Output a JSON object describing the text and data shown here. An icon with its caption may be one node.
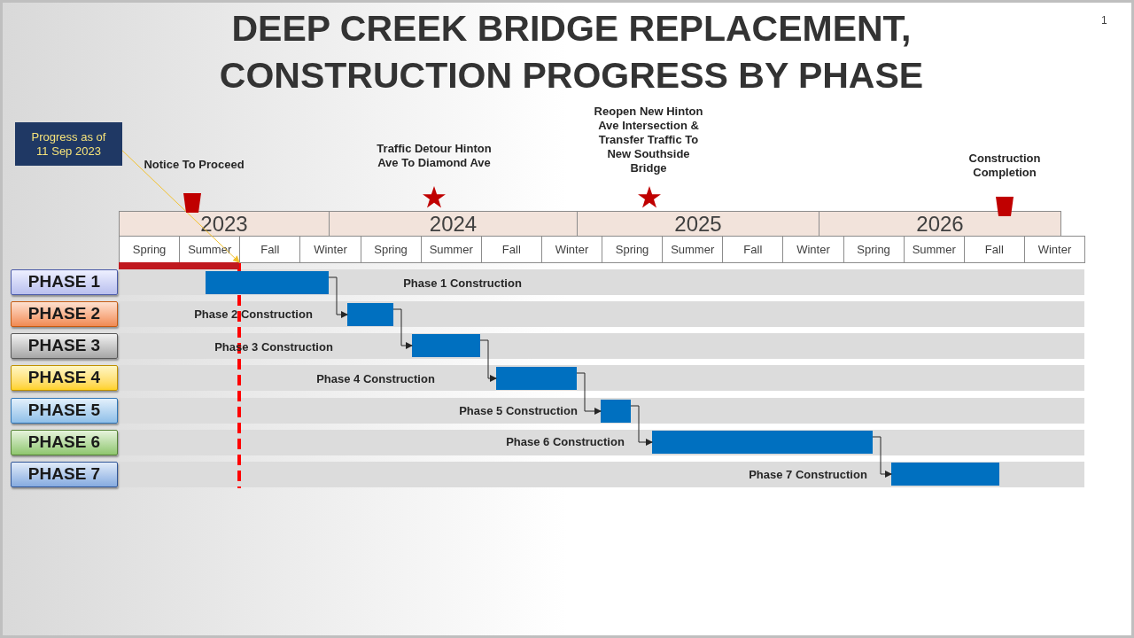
{
  "diagram": {
    "title": "DEEP CREEK BRIDGE REPLACEMENT, CONSTRUCTION PROGRESS BY PHASE",
    "nodes": [
      {
        "text": [
          "Progress as of 11 Sep 2023"
        ]
      },
      {
        "text": [
          "PHASE 1"
        ]
      },
      {
        "text": [
          "PHASE 2"
        ]
      },
      {
        "text": [
          "PHASE 3"
        ]
      },
      {
        "text": [
          "PHASE 4"
        ]
      },
      {
        "text": [
          "PHASE 5"
        ]
      },
      {
        "text": [
          "PHASE 6"
        ]
      },
      {
        "text": [
          "PHASE 7"
        ]
      },
      {
        "text": [],
        "shape": "bar"
      },
      {
        "text": [],
        "shape": "bar"
      },
      {
        "text": [],
        "shape": "bar"
      },
      {
        "text": [],
        "shape": "bar"
      },
      {
        "text": [],
        "shape": "bar"
      },
      {
        "text": [],
        "shape": "bar"
      },
      {
        "text": [],
        "shape": "bar"
      },
      {
        "text": [],
        "shape": "bar"
      }
    ],
    "edges": [
      {
        "from": 0,
        "to": 15,
        "arrow": "to",
        "color": "#f2c12e"
      },
      {
        "from": 8,
        "to": 9,
        "arrow": "to"
      },
      {
        "from": 9,
        "to": 10,
        "arrow": "to"
      },
      {
        "from": 10,
        "to": 11,
        "arrow": "to"
      },
      {
        "from": 11,
        "to": 12,
        "arrow": "to"
      },
      {
        "from": 12,
        "to": 13,
        "arrow": "to"
      },
      {
        "from": 13,
        "to": 14,
        "arrow": "to"
      }
    ],
    "labels": [
      "1",
      "Notice To Proceed",
      "Traffic Detour Hinton Ave To Diamond Ave",
      "Reopen New Hinton Ave Intersection & Transfer Traffic To New Southside Bridge",
      "Construction Completion",
      "2023",
      "2024",
      "2025",
      "2026",
      "Spring",
      "Summer",
      "Fall",
      "Winter",
      "Spring",
      "Summer",
      "Fall",
      "Winter",
      "Spring",
      "Summer",
      "Fall",
      "Winter",
      "Spring",
      "Summer",
      "Fall",
      "Winter",
      "Phase 1 Construction",
      "Phase 2 Construction",
      "Phase 3 Construction",
      "Phase 4 Construction",
      "Phase 5 Construction",
      "Phase 6 Construction",
      "Phase 7 Construction"
    ]
  }
}
